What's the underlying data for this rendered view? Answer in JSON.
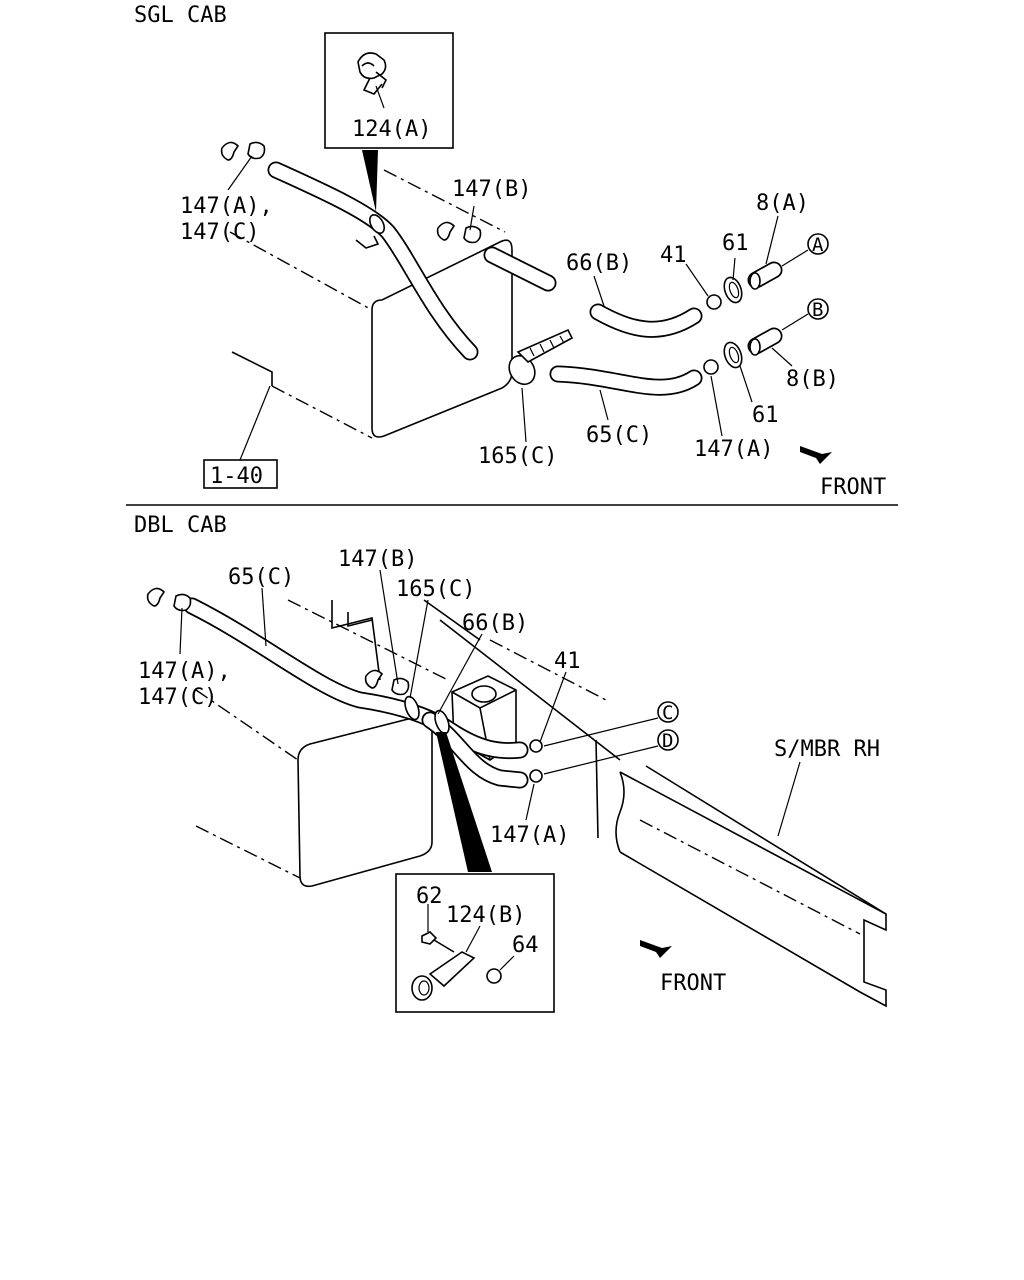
{
  "top": {
    "title": "SGL CAB",
    "labels": {
      "p124a": "124(A)",
      "p147a_1": "147(A),",
      "p147c_1": "147(C)",
      "p147b": "147(B)",
      "p66b": "66(B)",
      "p41": "41",
      "p61a": "61",
      "p8a": "8(A)",
      "p8b": "8(B)",
      "p61b": "61",
      "p147a_2": "147(A)",
      "p65c": "65(C)",
      "p165c": "165(C)",
      "ref": "1-40",
      "front": "FRONT"
    },
    "callouts": {
      "a": "A",
      "b": "B"
    }
  },
  "bottom": {
    "title": "DBL CAB",
    "labels": {
      "p65c": "65(C)",
      "p147b": "147(B)",
      "p165c": "165(C)",
      "p66b": "66(B)",
      "p41": "41",
      "p147a_1": "147(A),",
      "p147c_1": "147(C)",
      "p147a_2": "147(A)",
      "smbr": "S/MBR RH",
      "p62": "62",
      "p124b": "124(B)",
      "p64": "64",
      "front": "FRONT"
    },
    "callouts": {
      "c": "C",
      "d": "D"
    }
  }
}
